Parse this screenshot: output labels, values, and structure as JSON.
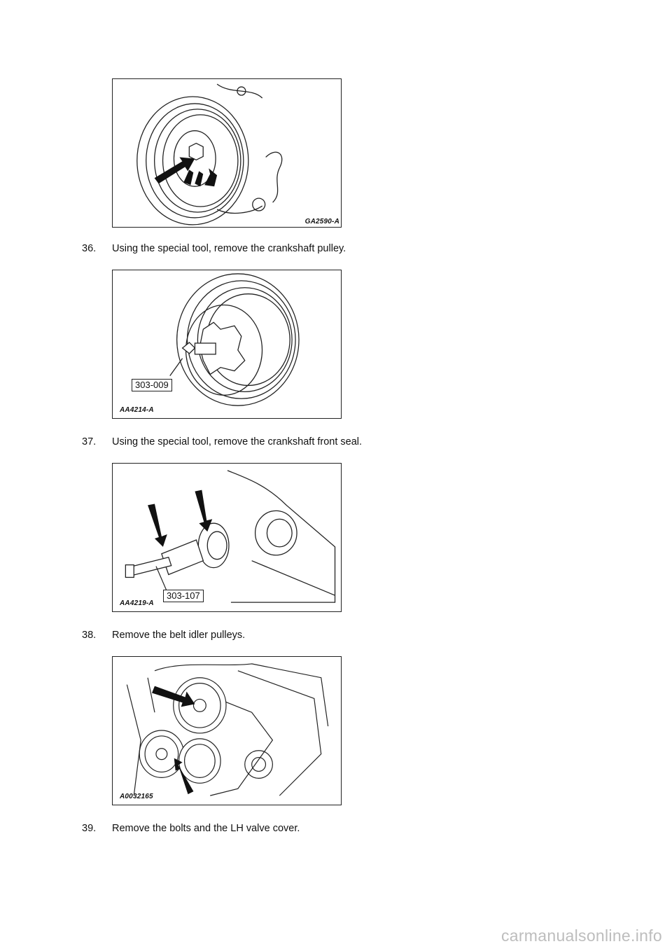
{
  "figures": [
    {
      "code": "GA2590-A",
      "tool_label": ""
    },
    {
      "code": "AA4214-A",
      "tool_label": "303-009"
    },
    {
      "code": "AA4219-A",
      "tool_label": "303-107"
    },
    {
      "code": "A0032165",
      "tool_label": ""
    }
  ],
  "steps": [
    {
      "number": "36.",
      "text": "Using the special tool, remove the crankshaft pulley."
    },
    {
      "number": "37.",
      "text": "Using the special tool, remove the crankshaft front seal."
    },
    {
      "number": "38.",
      "text": "Remove the belt idler pulleys."
    },
    {
      "number": "39.",
      "text": "Remove the bolts and the LH valve cover."
    }
  ],
  "watermark": "carmanualsonline.info"
}
